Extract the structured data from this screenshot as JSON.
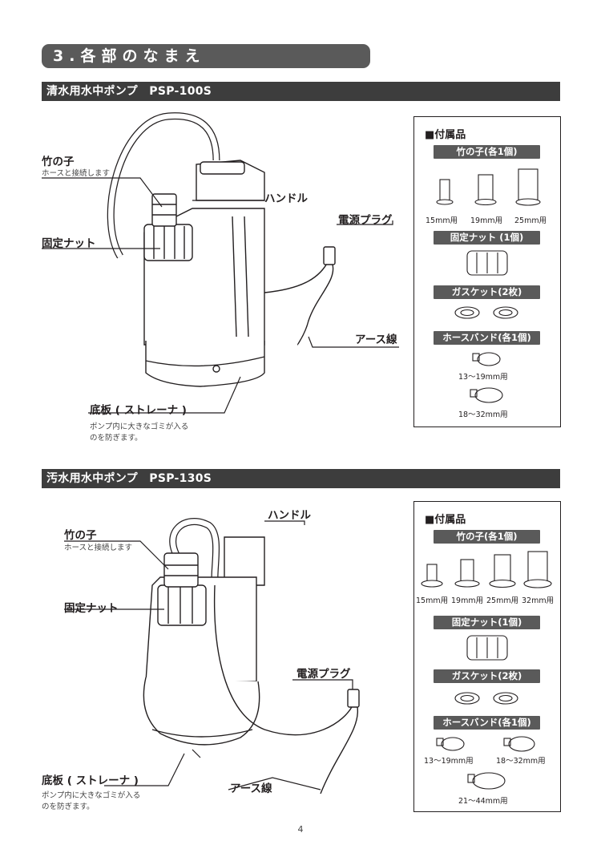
{
  "section_title": "3.各部のなまえ",
  "page_number": "4",
  "pump1": {
    "title": "清水用水中ポンプ　PSP-100S",
    "labels": {
      "takenoko": "竹の子",
      "takenoko_desc": "ホースと接続します",
      "handle": "ハンドル",
      "plug": "電源プラグ",
      "nut": "固定ナット",
      "earth": "アース線",
      "strainer": "底板 ( ストレーナ )",
      "strainer_desc_1": "ポンプ内に大きなゴミが入る",
      "strainer_desc_2": "のを防ぎます。"
    },
    "accessories": {
      "title": "■付属品",
      "takenoko_bar": "竹の子(各1個)",
      "takenoko_sizes": [
        "15mm用",
        "19mm用",
        "25mm用"
      ],
      "nut_bar": "固定ナット (1個)",
      "gasket_bar": "ガスケット(2枚)",
      "band_bar": "ホースバンド(各1個)",
      "band_sizes": [
        "13～19mm用",
        "18～32mm用"
      ]
    }
  },
  "pump2": {
    "title": "汚水用水中ポンプ　PSP-130S",
    "labels": {
      "handle": "ハンドル",
      "takenoko": "竹の子",
      "takenoko_desc": "ホースと接続します",
      "nut": "固定ナット",
      "plug": "電源プラグ",
      "earth": "アース線",
      "strainer": "底板 ( ストレーナ )",
      "strainer_desc_1": "ポンプ内に大きなゴミが入る",
      "strainer_desc_2": "のを防ぎます。"
    },
    "accessories": {
      "title": "■付属品",
      "takenoko_bar": "竹の子(各1個)",
      "takenoko_sizes": [
        "15mm用",
        "19mm用",
        "25mm用",
        "32mm用"
      ],
      "nut_bar": "固定ナット(1個)",
      "gasket_bar": "ガスケット(2枚)",
      "band_bar": "ホースバンド(各1個)",
      "band_sizes": [
        "13～19mm用",
        "18～32mm用",
        "21～44mm用"
      ]
    }
  }
}
